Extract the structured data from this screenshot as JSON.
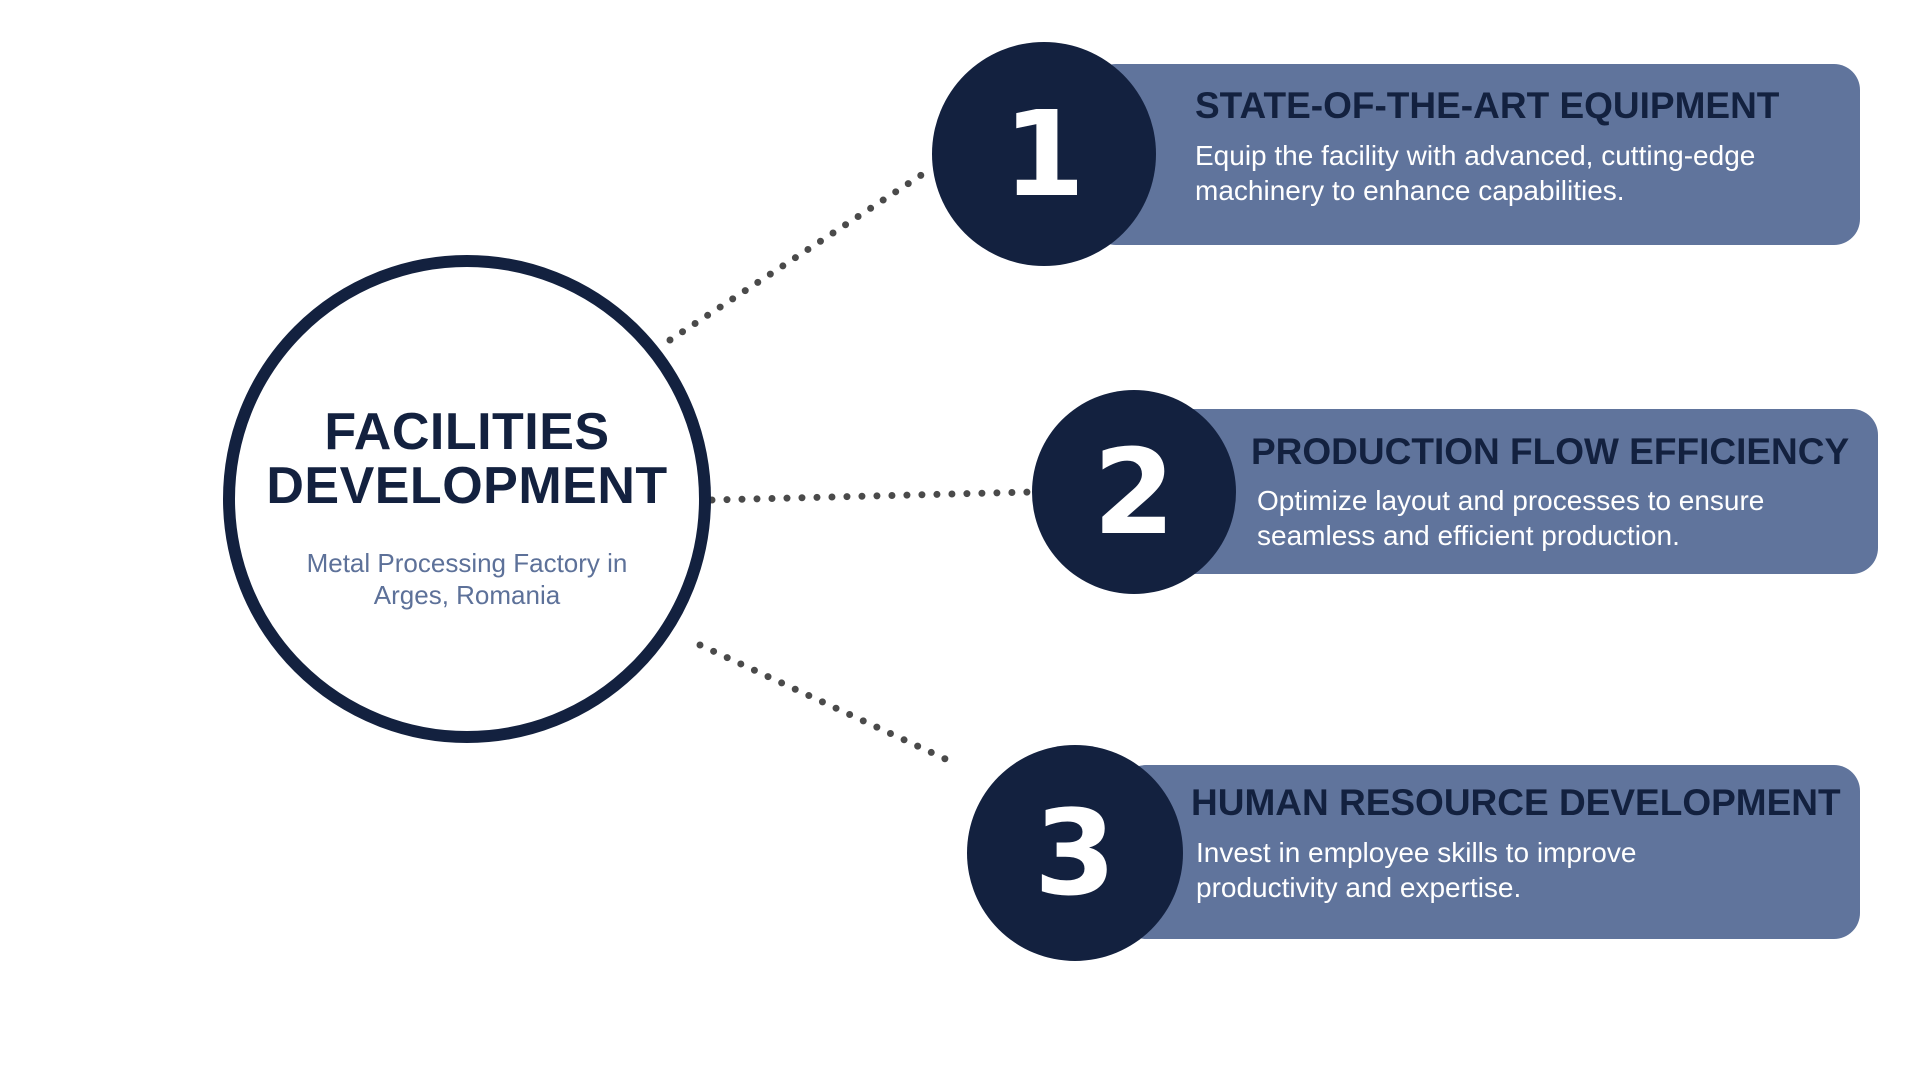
{
  "center": {
    "title": "FACILITIES DEVELOPMENT",
    "subtitle": "Metal Processing Factory in Arges, Romania"
  },
  "items": [
    {
      "number": "1",
      "title": "STATE-OF-THE-ART EQUIPMENT",
      "description": "Equip the facility with advanced, cutting-edge machinery to enhance capabilities."
    },
    {
      "number": "2",
      "title": "PRODUCTION FLOW EFFICIENCY",
      "description": "Optimize layout and processes to ensure seamless and efficient production."
    },
    {
      "number": "3",
      "title": "HUMAN RESOURCE DEVELOPMENT",
      "description": "Invest in employee skills to improve productivity and expertise."
    }
  ],
  "colors": {
    "navy": "#13213f",
    "card": "#60749c",
    "subtitle": "#5d7199",
    "connector": "#4a4a4a"
  }
}
